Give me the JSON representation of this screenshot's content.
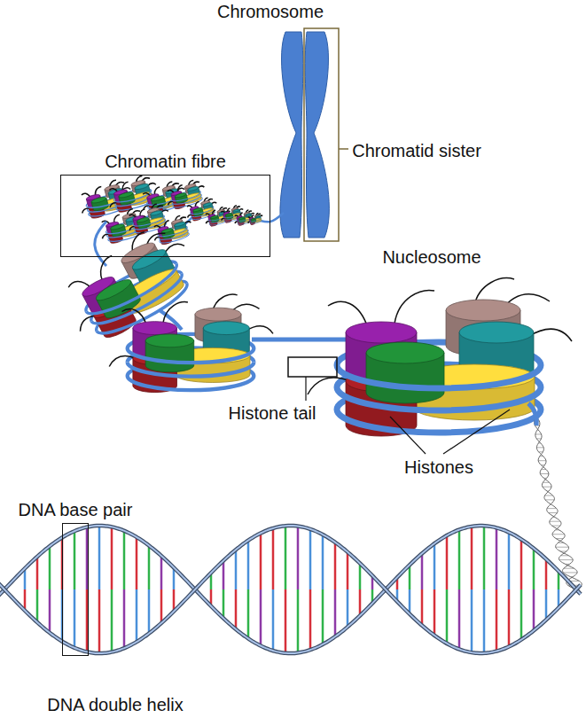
{
  "diagram": {
    "nodes": [
      {
        "text": [
          "Chromatin fibre"
        ]
      },
      {
        "text": [
          "DNA base pair"
        ]
      }
    ],
    "labels": [
      "Chromosome",
      "Chromatid sister",
      "Nucleosome",
      "Histone tail",
      "Histones",
      "DNA double helix"
    ]
  }
}
